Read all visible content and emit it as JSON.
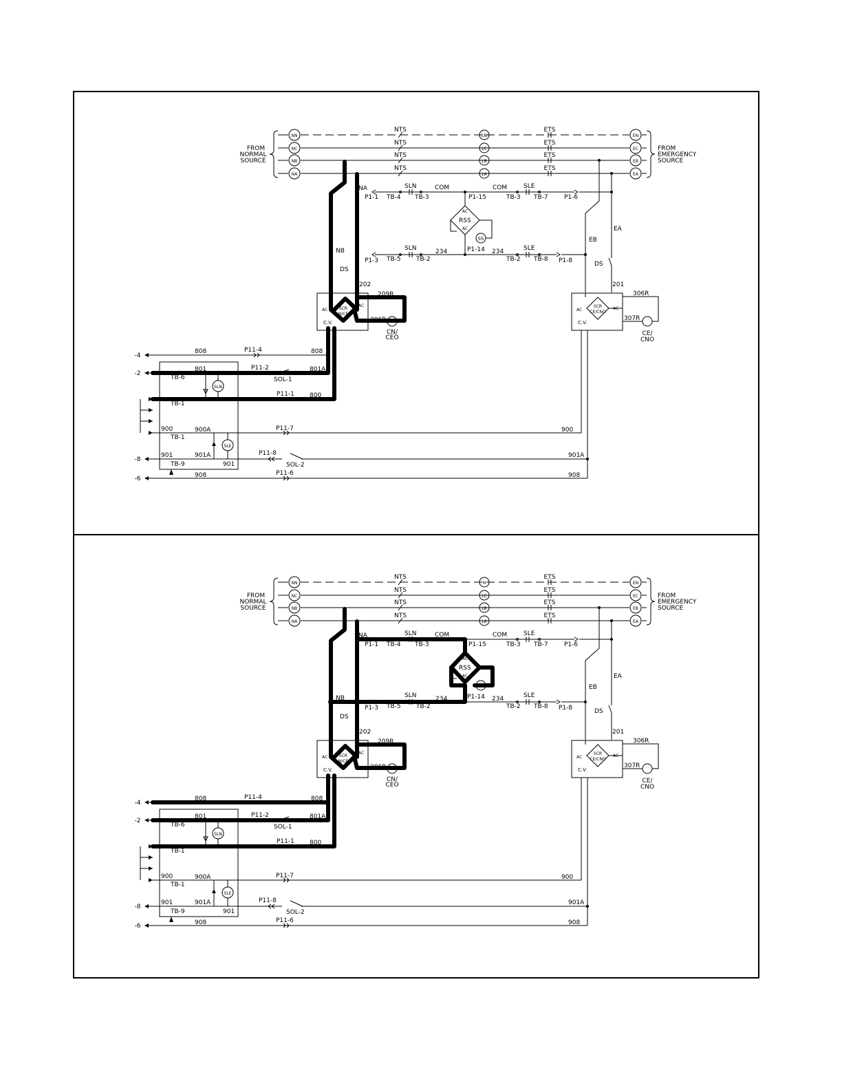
{
  "source_labels": {
    "normal": [
      "FROM",
      "NORMAL",
      "SOURCE"
    ],
    "emergency": [
      "FROM",
      "EMERGENCY",
      "SOURCE"
    ]
  },
  "phase_terminals": {
    "normal": [
      "NN",
      "NC",
      "NB",
      "NA"
    ],
    "load": [
      "LN",
      "LC",
      "LB",
      "LA"
    ],
    "load_lower": [
      "N",
      "LC",
      "LB",
      "LA"
    ],
    "emergency": [
      "EN",
      "EC",
      "EB",
      "EA"
    ]
  },
  "contacts": {
    "nts": "NTS",
    "ets": "ETS",
    "sln": "SLN",
    "sle": "SLE",
    "com": "COM"
  },
  "wire_labels": {
    "na": "NA",
    "nb": "NB",
    "ea": "EA",
    "eb": "EB",
    "ds": "DS",
    "w234": "234",
    "w202": "202",
    "w201": "201",
    "w209r": "209R",
    "w206r": "206R",
    "w306r": "306R",
    "w307r": "307R",
    "w808": "808",
    "w801": "801",
    "w801a": "801A",
    "w800": "800",
    "w900": "900",
    "w900a": "900A",
    "w901": "901",
    "w901a": "901A",
    "w908": "908"
  },
  "terminal_labels": {
    "p1_1": "P1-1",
    "p1_3": "P1-3",
    "p1_6": "P1-6",
    "p1_8": "P1-8",
    "p1_14": "P1-14",
    "p1_15": "P1-15",
    "tb_1": "TB-1",
    "tb_2": "TB-2",
    "tb_3": "TB-3",
    "tb_4": "TB-4",
    "tb_5": "TB-5",
    "tb_6": "TB-6",
    "tb_7": "TB-7",
    "tb_8": "TB-8",
    "tb_9": "TB-9",
    "p11_1": "P11-1",
    "p11_2": "P11-2",
    "p11_4": "P11-4",
    "p11_6": "P11-6",
    "p11_7": "P11-7",
    "p11_8": "P11-8"
  },
  "device_labels": {
    "rss": "RSS",
    "ss": "SS",
    "ac": "AC",
    "scr": "SCR",
    "cv": "C.V.",
    "scr_n": "N/CE",
    "scr_e": "CE/CNO",
    "cn": "CN/",
    "ceo": "CEO",
    "ce": "CE/",
    "cno": "CNO",
    "sol1": "SOL-1",
    "sol2": "SOL-2"
  },
  "connector_pins": [
    "-4",
    "-2",
    "-8",
    "-6"
  ],
  "panels": [
    {
      "id": "upper",
      "highlight": "normal-solenoid-energized"
    },
    {
      "id": "lower",
      "highlight": "rss-path-energized"
    }
  ]
}
